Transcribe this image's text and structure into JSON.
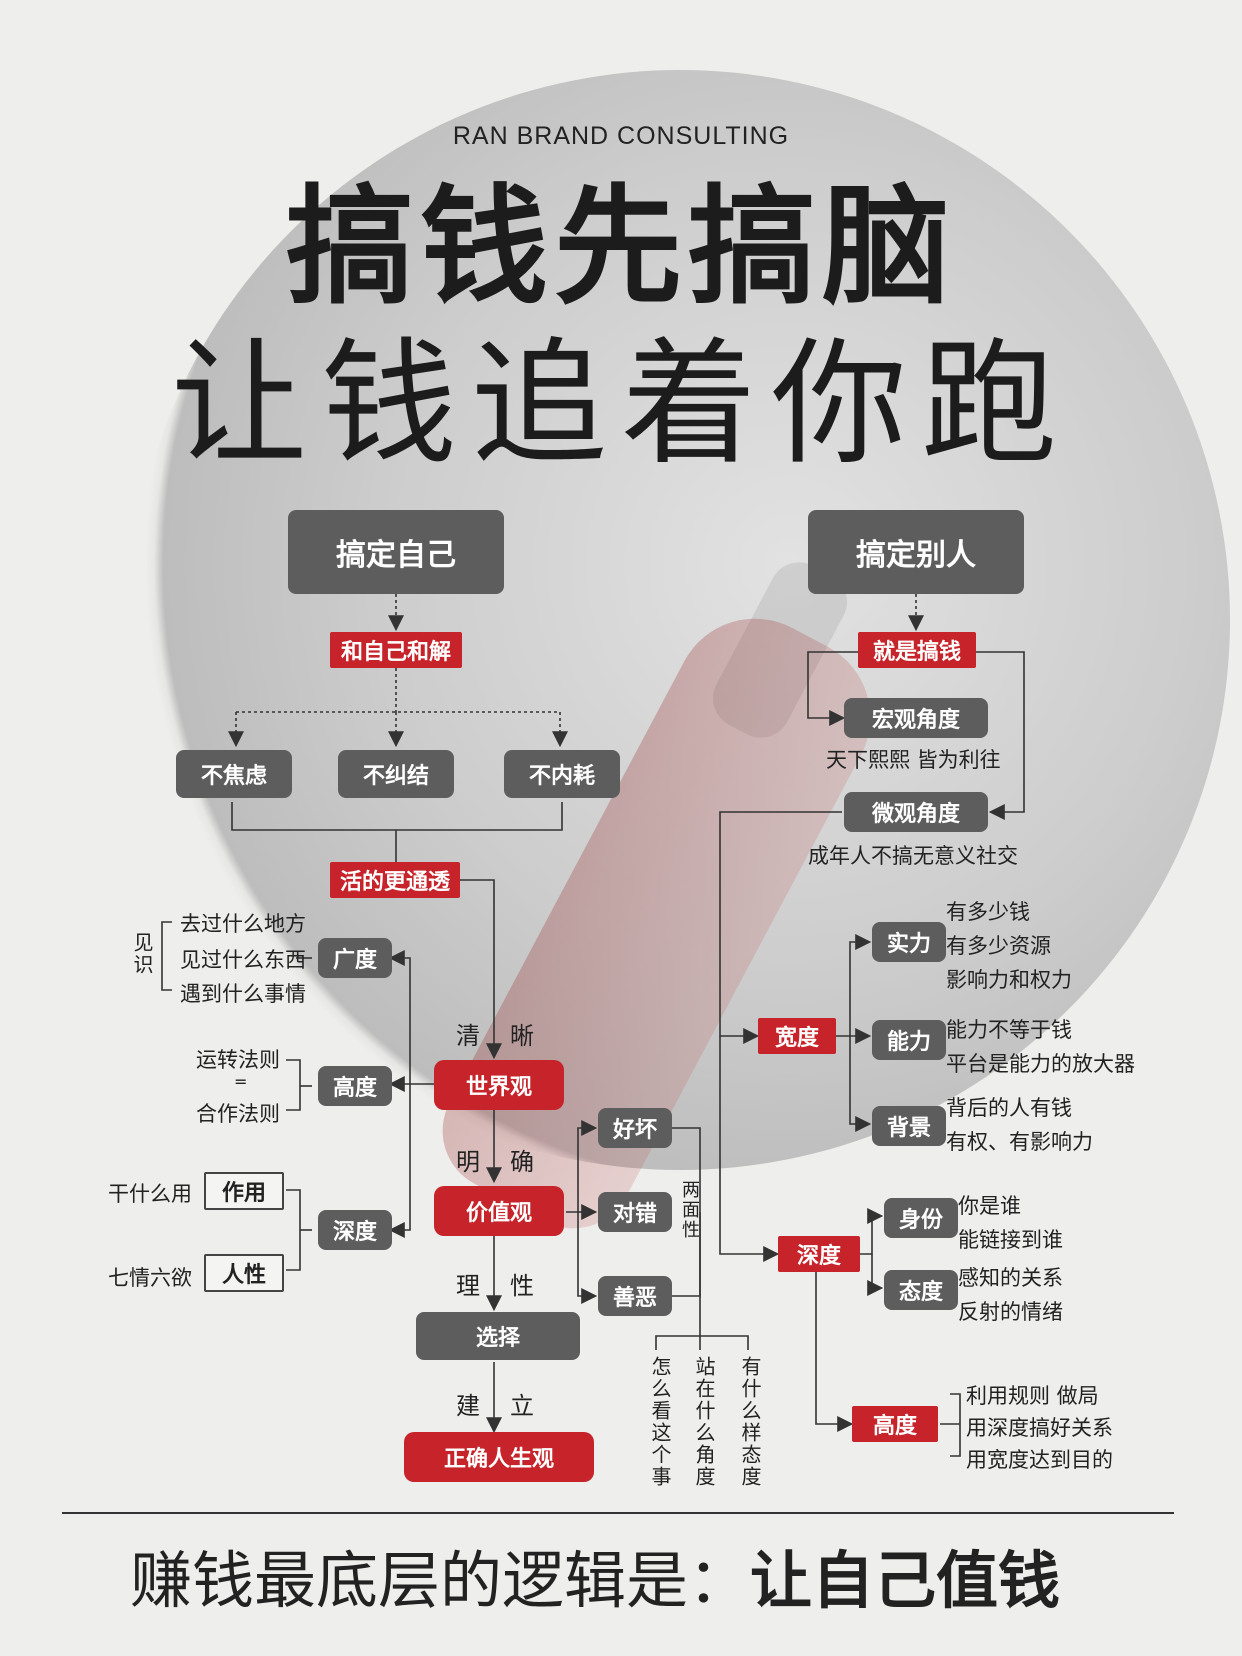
{
  "header": {
    "brand": "RAN BRAND CONSULTING",
    "title_line1": "搞钱先搞脑",
    "title_line2": "让钱追着你跑"
  },
  "left": {
    "root": "搞定自己",
    "reconcile": "和自己和解",
    "no_anxiety": "不焦虑",
    "no_tangle": "不纠结",
    "no_drain": "不内耗",
    "live_clear": "活的更通透",
    "breadth": "广度",
    "height": "高度",
    "depth": "深度",
    "insight_label": "见识",
    "insight_items": [
      "去过什么地方",
      "见过什么东西",
      "遇到什么事情"
    ],
    "laws_top": "运转法则",
    "laws_eq": "=",
    "laws_bottom": "合作法则",
    "use_label": "干什么用",
    "use_box": "作用",
    "desire_label": "七情六欲",
    "desire_box": "人性",
    "clear_a": "清",
    "clear_b": "晰",
    "worldview": "世界观",
    "clear2_a": "明",
    "clear2_b": "确",
    "values": "价值观",
    "reason_a": "理",
    "reason_b": "性",
    "choice": "选择",
    "build_a": "建",
    "build_b": "立",
    "life_view": "正确人生观",
    "good_bad": "好坏",
    "right_wrong": "对错",
    "good_evil": "善恶",
    "two_sides": "两面性",
    "vert_1": "怎么看这个事",
    "vert_2": "站在什么角度",
    "vert_3": "有什么样态度"
  },
  "right": {
    "root": "搞定别人",
    "make_money": "就是搞钱",
    "macro": "宏观角度",
    "macro_note": "天下熙熙 皆为利往",
    "micro": "微观角度",
    "micro_note": "成年人不搞无意义社交",
    "breadth": "宽度",
    "strength": "实力",
    "strength_items": [
      "有多少钱",
      "有多少资源",
      "影响力和权力"
    ],
    "ability": "能力",
    "ability_items": [
      "能力不等于钱",
      "平台是能力的放大器"
    ],
    "background": "背景",
    "background_items": [
      "背后的人有钱",
      "有权、有影响力"
    ],
    "depth": "深度",
    "identity": "身份",
    "identity_items": [
      "你是谁",
      "能链接到谁"
    ],
    "attitude": "态度",
    "attitude_items": [
      "感知的关系",
      "反射的情绪"
    ],
    "height": "高度",
    "height_items": [
      "利用规则 做局",
      "用深度搞好关系",
      "用宽度达到目的"
    ]
  },
  "footer": {
    "prefix": "赚钱最底层的逻辑是：",
    "emphasis": "让自己值钱"
  },
  "colors": {
    "red": "#c6232a",
    "gray": "#5d5d5d",
    "background": "#eeeeec"
  }
}
